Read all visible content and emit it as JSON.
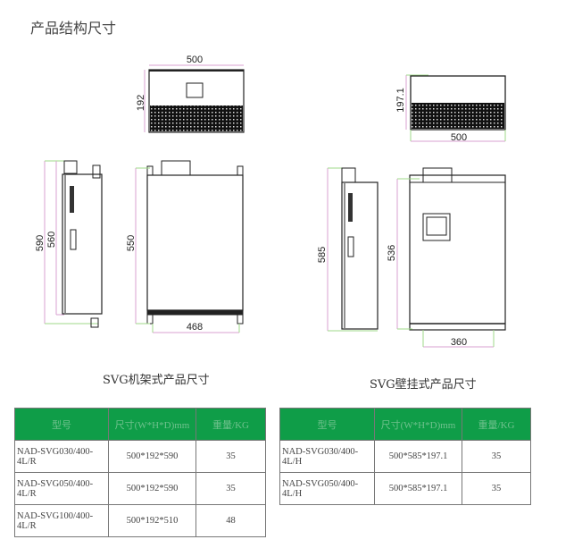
{
  "page": {
    "title": "产品结构尺寸"
  },
  "rack": {
    "caption": "SVG机架式产品尺寸",
    "dims": {
      "top_width": "500",
      "top_height": "192",
      "side_total": "590",
      "side_body": "560",
      "front_mount": "550",
      "front_width": "468"
    }
  },
  "wall": {
    "caption": "SVG壁挂式产品尺寸",
    "dims": {
      "top_depth": "197.1",
      "top_width": "500",
      "side_total": "585",
      "front_mount": "536",
      "front_width": "360"
    }
  },
  "tables": {
    "headers": [
      "型号",
      "尺寸(W*H*D)mm",
      "重量/KG"
    ],
    "rack_rows": [
      [
        "NAD-SVG030/400-4L/R",
        "500*192*590",
        "35"
      ],
      [
        "NAD-SVG050/400-4L/R",
        "500*192*590",
        "35"
      ],
      [
        "NAD-SVG100/400-4L/R",
        "500*192*510",
        "48"
      ]
    ],
    "wall_rows": [
      [
        "NAD-SVG030/400-4L/H",
        "500*585*197.1",
        "35"
      ],
      [
        "NAD-SVG050/400-4L/H",
        "500*585*197.1",
        "35"
      ]
    ]
  },
  "colors": {
    "header_green": "#0f9d48",
    "dim_pink": "#d9a0d0",
    "dim_green": "#9fd98a"
  }
}
